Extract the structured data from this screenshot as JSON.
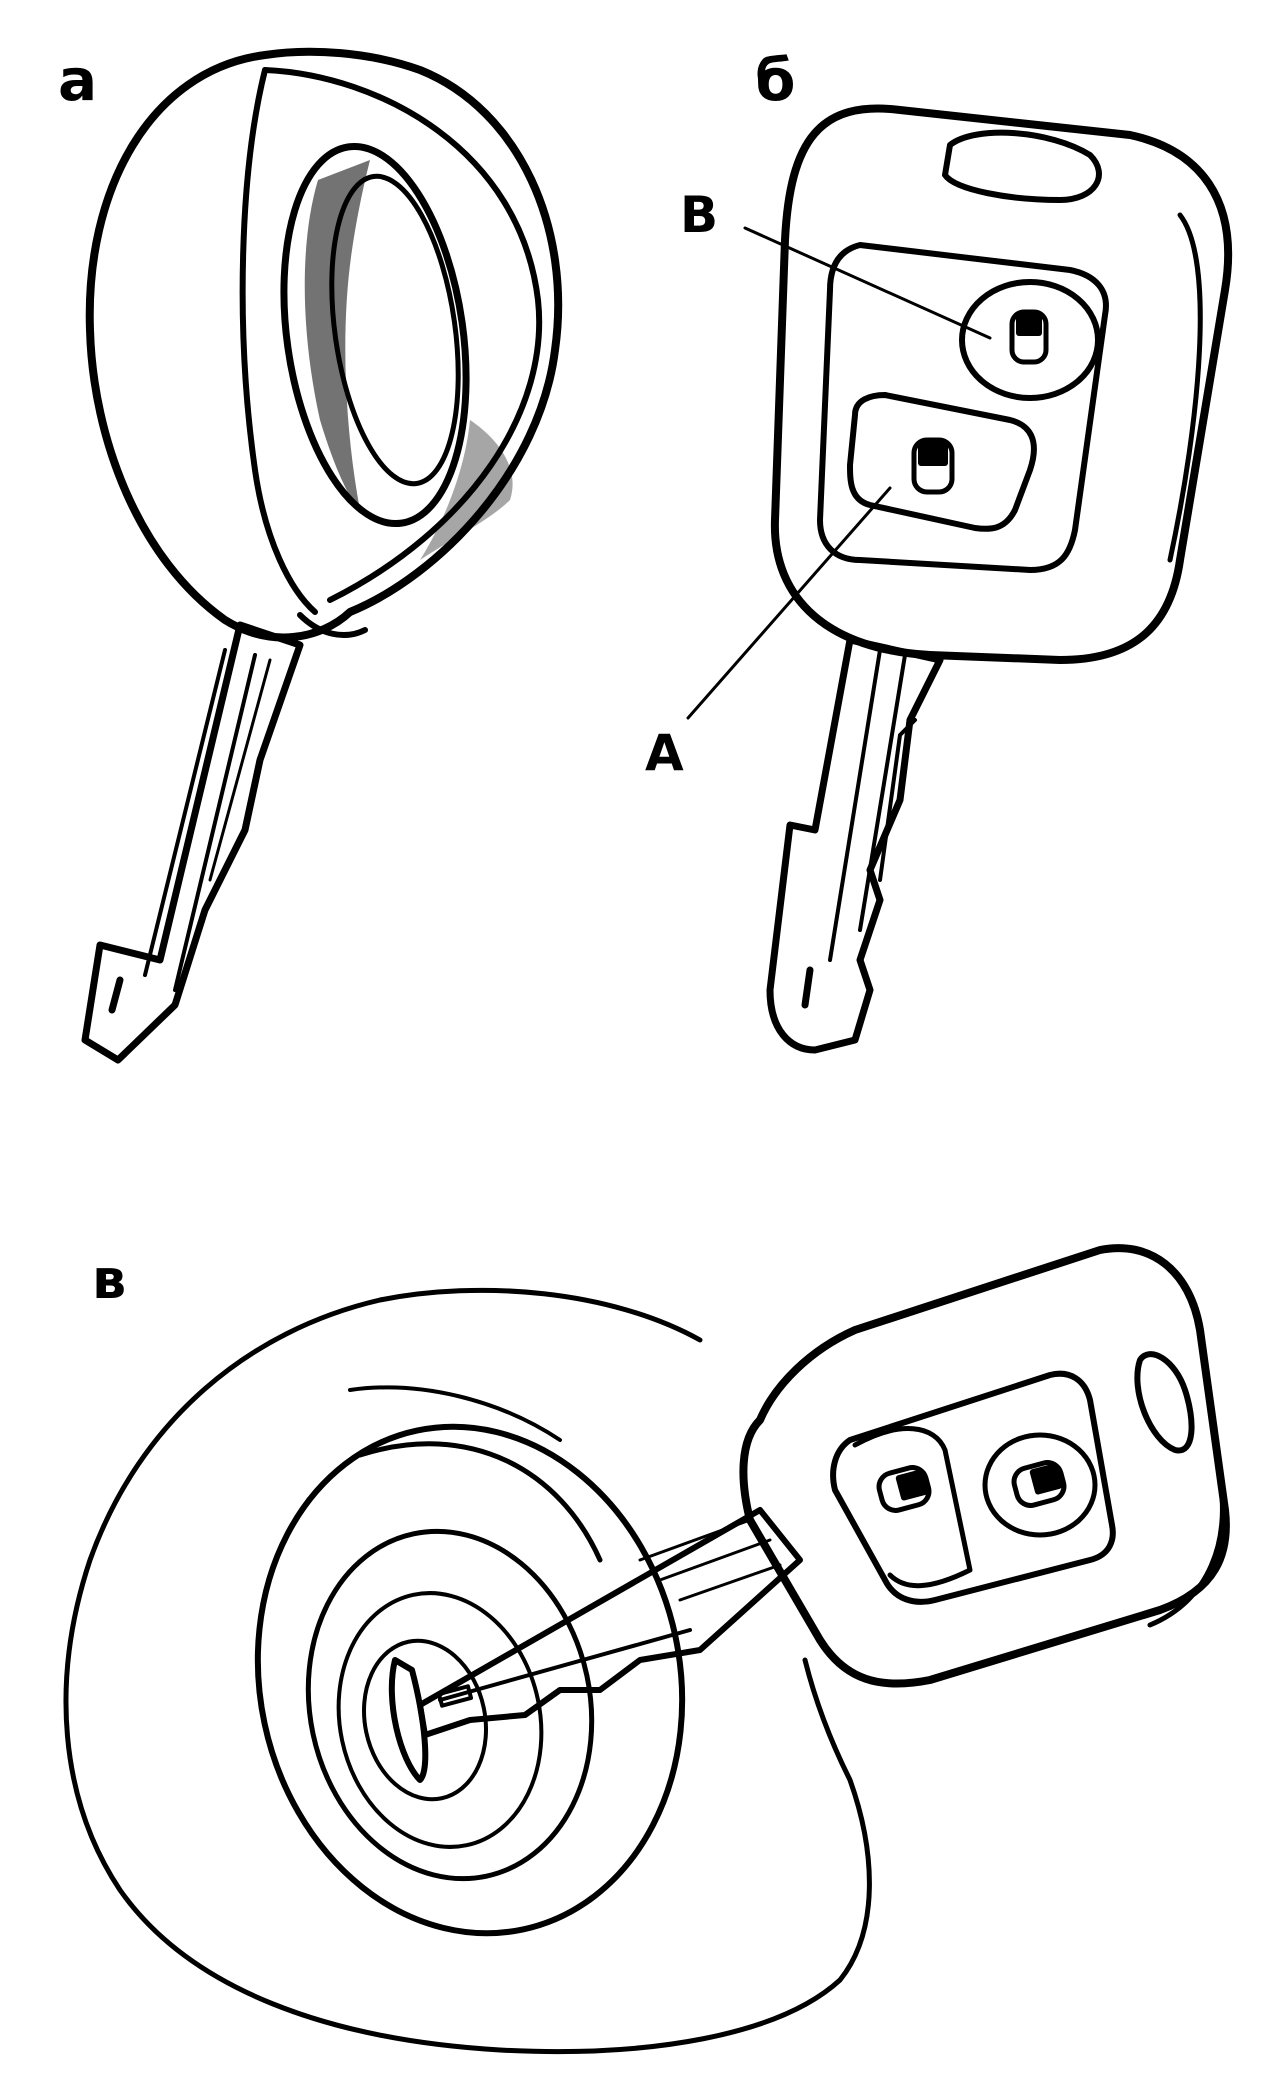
{
  "panels": {
    "a": {
      "label": "а"
    },
    "b": {
      "label": "б",
      "callouts": {
        "upper_button": "B",
        "lower_button": "A"
      }
    },
    "v": {
      "label": "в"
    }
  },
  "colors": {
    "ink": "#000000",
    "paper": "#ffffff"
  }
}
